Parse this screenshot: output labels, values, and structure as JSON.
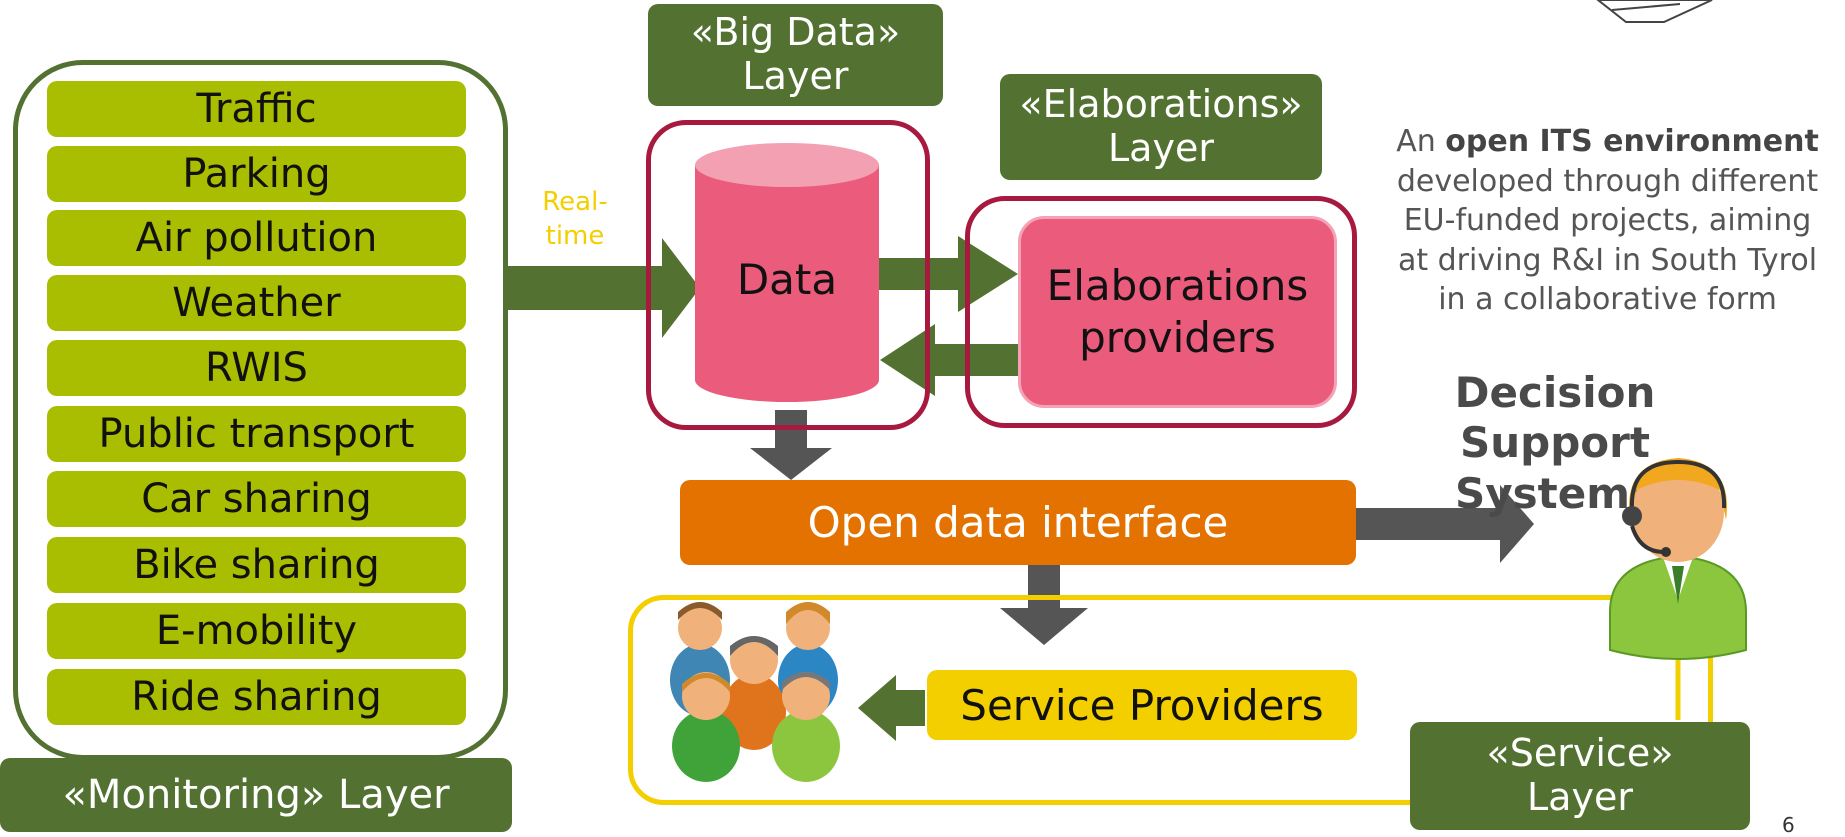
{
  "monitoring": {
    "items": [
      "Traffic",
      "Parking",
      "Air pollution",
      "Weather",
      "RWIS",
      "Public transport",
      "Car sharing",
      "Bike sharing",
      "E-mobility",
      "Ride sharing"
    ],
    "layer_label": "«Monitoring» Layer"
  },
  "realtime_label": "Real-\ntime",
  "big_data": {
    "layer_label_1": "«Big Data»",
    "layer_label_2": "Layer",
    "db_label": "Data"
  },
  "elaborations": {
    "layer_label_1": "«Elaborations»",
    "layer_label_2": "Layer",
    "providers_1": "Elaborations",
    "providers_2": "providers"
  },
  "description": {
    "prefix": "An ",
    "bold": "open ITS environment",
    "rest_1": "developed through different",
    "rest_2": "EU-funded projects, aiming",
    "rest_3": "at driving R&I in South Tyrol",
    "rest_4": "in a collaborative form"
  },
  "dss": {
    "line1": "Decision Support",
    "line2": "Systems"
  },
  "open_data_interface": "Open data interface",
  "service_providers": "Service Providers",
  "service_layer": {
    "line1": "«Service»",
    "line2": "Layer"
  },
  "page_number": "6",
  "colors": {
    "dark_green": "#537232",
    "lime": "#a9be00",
    "crimson": "#a8193f",
    "pink": "#ea5b7c",
    "orange": "#e37201",
    "yellow": "#f3cf00",
    "arrow_green": "#537232",
    "arrow_gray": "#555555"
  },
  "icons": [
    "database-cylinder-icon",
    "users-group-icon",
    "operator-headset-icon",
    "envelope-icon"
  ]
}
